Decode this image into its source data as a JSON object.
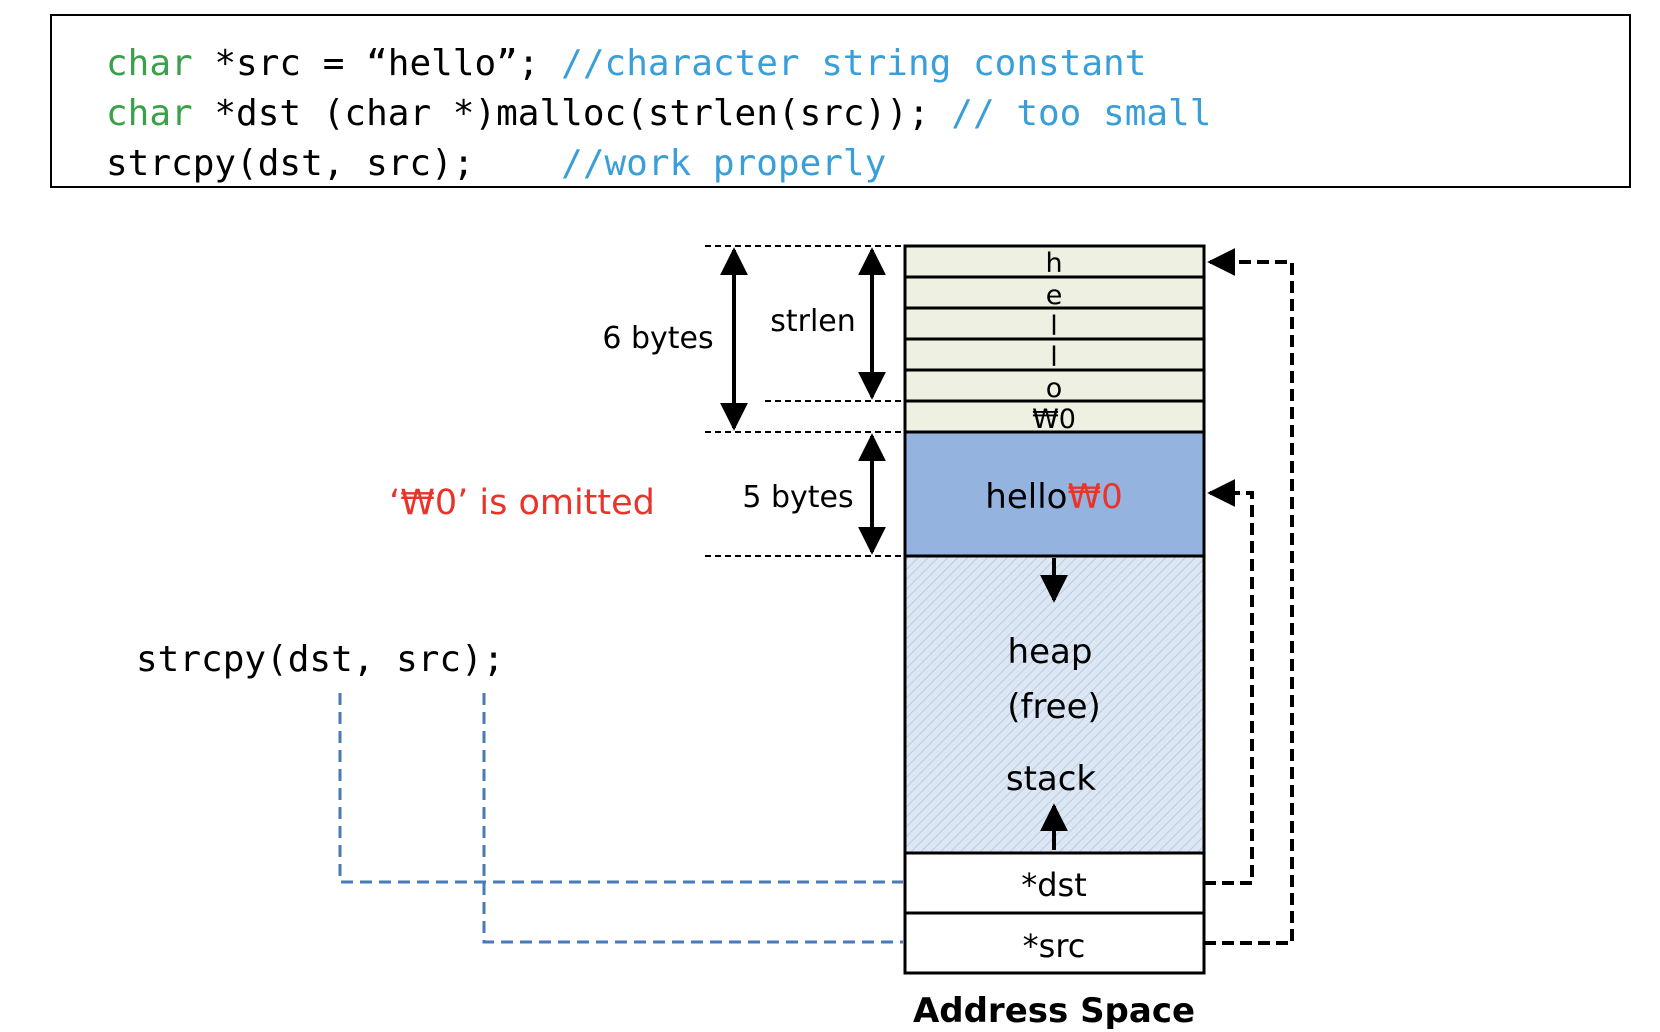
{
  "code_box": {
    "lines": [
      {
        "kw": "char",
        "code": " *src = “hello”; ",
        "comment": "//character string constant"
      },
      {
        "kw": "char",
        "code": " *dst (char *)malloc(strlen(src)); ",
        "comment": "// too small"
      },
      {
        "kw": "",
        "code": "strcpy(dst, src);    ",
        "comment": "//work properly"
      }
    ]
  },
  "diagram": {
    "title": "Address Space",
    "string_cells": [
      "h",
      "e",
      "l",
      "l",
      "o",
      "₩0"
    ],
    "labels": {
      "six_bytes": "6 bytes",
      "strlen": "strlen",
      "five_bytes": "5 bytes",
      "omitted_note": "‘₩0’ is omitted",
      "heap": "heap",
      "free": "(free)",
      "stack": "stack",
      "dst": "*dst",
      "src": "*src",
      "heap_block_text": "hello",
      "heap_block_null": "₩0",
      "call": "strcpy(dst, src);"
    },
    "colors": {
      "string_cell_fill": "#eef0e1",
      "heap_block_fill": "#95b3df",
      "heap_area_fill": "#dde7f3",
      "note_red": "#e8342a",
      "pointer_line_blue": "#4a7ab8"
    }
  }
}
